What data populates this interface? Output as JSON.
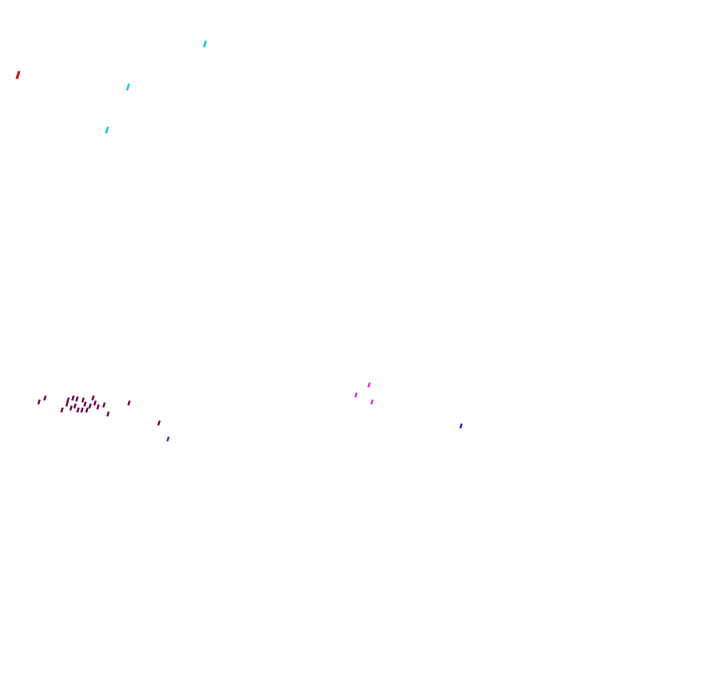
{
  "background_color": "#ffffff",
  "palette": {
    "cyan": "#22c6e6",
    "red": "#c41b1b",
    "purple": "#6b004f",
    "violet": "#7a1aa6",
    "magenta": "#e228d8",
    "blue": "#1b1be0"
  },
  "mark_groups": [
    {
      "name": "cyan-marks",
      "color_key": "cyan",
      "count": 3
    },
    {
      "name": "red-marks",
      "color_key": "red",
      "count": 1
    },
    {
      "name": "purple-cluster-marks",
      "color_key": "purple",
      "count": 22
    },
    {
      "name": "violet-marks",
      "color_key": "violet",
      "count": 1
    },
    {
      "name": "magenta-marks",
      "color_key": "magenta",
      "count": 3
    },
    {
      "name": "blue-marks",
      "color_key": "blue",
      "count": 1
    }
  ]
}
